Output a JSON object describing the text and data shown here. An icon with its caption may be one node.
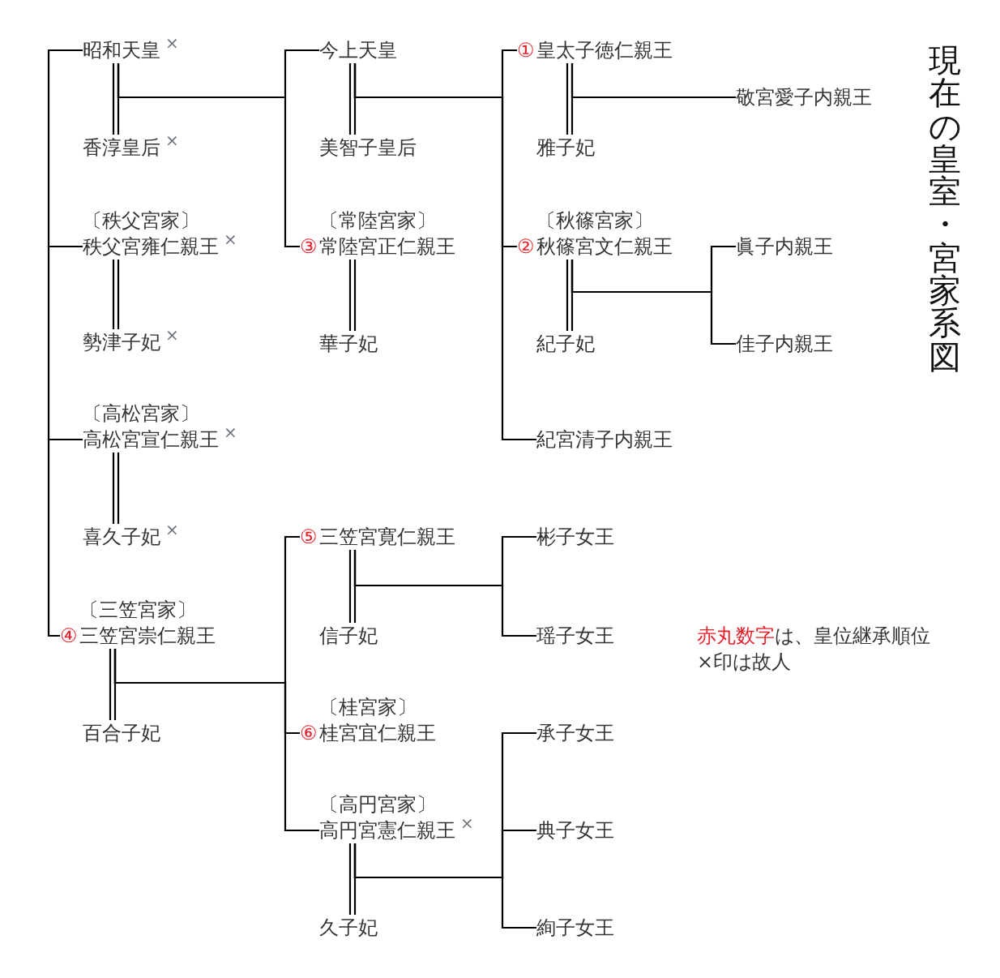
{
  "diagram": {
    "title": "現在の皇室・宮家系図",
    "nodes": [
      {
        "text": [
          "昭和天皇$^{×}$"
        ]
      },
      {
        "text": [
          "香淳皇后$^{×}$"
        ]
      },
      {
        "text": [
          "〔秩父宮家〕",
          "秩父宮雍仁親王$^{×}$"
        ]
      },
      {
        "text": [
          "勢津子妃$^{×}$"
        ]
      },
      {
        "text": [
          "〔高松宮家〕",
          "高松宮宣仁親王$^{×}$"
        ]
      },
      {
        "text": [
          "喜久子妃$^{×}$"
        ]
      },
      {
        "text": [
          "〔三笠宮家〕",
          "三笠宮崇仁親王"
        ],
        "beside": [
          "④"
        ]
      },
      {
        "text": [
          "百合子妃"
        ]
      },
      {
        "text": [
          "今上天皇"
        ]
      },
      {
        "text": [
          "美智子皇后"
        ]
      },
      {
        "text": [
          "〔常陸宮家〕",
          "常陸宮正仁親王"
        ],
        "beside": [
          "③"
        ]
      },
      {
        "text": [
          "華子妃"
        ]
      },
      {
        "text": [
          "三笠宮寛仁親王"
        ],
        "beside": [
          "⑤"
        ]
      },
      {
        "text": [
          "信子妃"
        ]
      },
      {
        "text": [
          "〔桂宮家〕",
          "桂宮宜仁親王"
        ],
        "beside": [
          "⑥"
        ]
      },
      {
        "text": [
          "〔高円宮家〕",
          "高円宮憲仁親王$^{×}$"
        ]
      },
      {
        "text": [
          "久子妃"
        ]
      },
      {
        "text": [
          "皇太子徳仁親王"
        ],
        "beside": [
          "①"
        ]
      },
      {
        "text": [
          "雅子妃"
        ]
      },
      {
        "text": [
          "〔秋篠宮家〕",
          "秋篠宮文仁親王"
        ],
        "beside": [
          "②"
        ]
      },
      {
        "text": [
          "紀子妃"
        ]
      },
      {
        "text": [
          "紀宮清子内親王"
        ]
      },
      {
        "text": [
          "彬子女王"
        ]
      },
      {
        "text": [
          "瑶子女王"
        ]
      },
      {
        "text": [
          "承子女王"
        ]
      },
      {
        "text": [
          "典子女王"
        ]
      },
      {
        "text": [
          "絢子女王"
        ]
      },
      {
        "text": [
          "敬宮愛子内親王"
        ]
      },
      {
        "text": [
          "眞子内親王"
        ]
      },
      {
        "text": [
          "佳子内親王"
        ]
      }
    ],
    "edges": [
      {
        "from": 0,
        "to": 2,
        "arrow": "none"
      },
      {
        "from": 2,
        "to": 4,
        "arrow": "none"
      },
      {
        "from": 4,
        "to": 6,
        "arrow": "none"
      },
      {
        "from": 0,
        "to": 1,
        "arrow": "none"
      },
      {
        "from": 2,
        "to": 3,
        "arrow": "none"
      },
      {
        "from": 4,
        "to": 5,
        "arrow": "none"
      },
      {
        "from": 6,
        "to": 7,
        "arrow": "none"
      },
      {
        "from": 8,
        "to": 9,
        "arrow": "none"
      },
      {
        "from": 10,
        "to": 11,
        "arrow": "none"
      },
      {
        "from": 12,
        "to": 13,
        "arrow": "none"
      },
      {
        "from": 15,
        "to": 16,
        "arrow": "none"
      },
      {
        "from": 17,
        "to": 18,
        "arrow": "none"
      },
      {
        "from": 19,
        "to": 20,
        "arrow": "none"
      },
      {
        "from": 0,
        "to": 8,
        "arrow": "none"
      },
      {
        "from": 0,
        "to": 10,
        "arrow": "none"
      },
      {
        "from": 6,
        "to": 12,
        "arrow": "none"
      },
      {
        "from": 6,
        "to": 14,
        "arrow": "none"
      },
      {
        "from": 6,
        "to": 15,
        "arrow": "none"
      },
      {
        "from": 8,
        "to": 17,
        "arrow": "none"
      },
      {
        "from": 8,
        "to": 19,
        "arrow": "none"
      },
      {
        "from": 8,
        "to": 21,
        "arrow": "none"
      },
      {
        "from": 12,
        "to": 22,
        "arrow": "none"
      },
      {
        "from": 12,
        "to": 23,
        "arrow": "none"
      },
      {
        "from": 15,
        "to": 24,
        "arrow": "none"
      },
      {
        "from": 15,
        "to": 25,
        "arrow": "none"
      },
      {
        "from": 15,
        "to": 26,
        "arrow": "none"
      },
      {
        "from": 17,
        "to": 27,
        "arrow": "none"
      },
      {
        "from": 19,
        "to": 28,
        "arrow": "none"
      },
      {
        "from": 19,
        "to": 29,
        "arrow": "none"
      }
    ],
    "labels": [
      "**赤丸数字**は、皇位継承順位",
      "×印は故人"
    ]
  }
}
